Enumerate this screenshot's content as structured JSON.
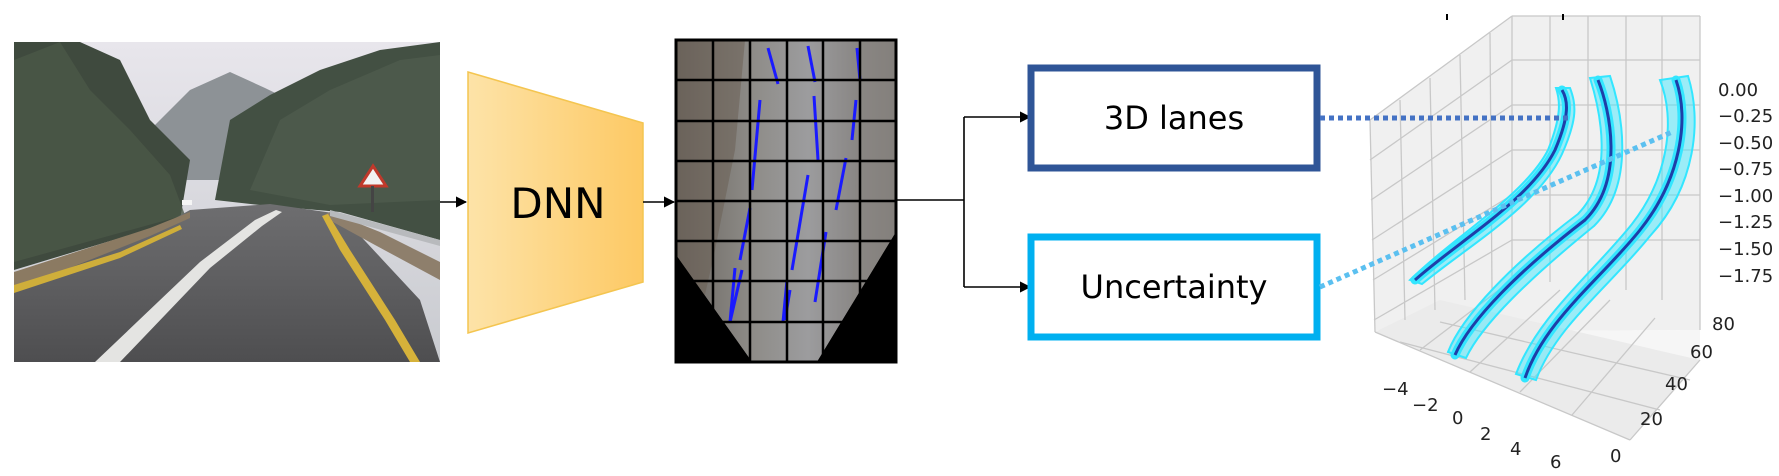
{
  "dnn_label": "DNN",
  "outputs": {
    "lanes_label": "3D lanes",
    "uncertainty_label": "Uncertainty"
  },
  "plot3d": {
    "z_ticks": [
      "0.00",
      "−0.25",
      "−0.50",
      "−0.75",
      "−1.00",
      "−1.25",
      "−1.50",
      "−1.75"
    ],
    "x_ticks": [
      "−4",
      "−2",
      "0",
      "2",
      "4",
      "6"
    ],
    "y_ticks": [
      "0",
      "20",
      "40",
      "60",
      "80"
    ]
  },
  "colors": {
    "dnn_fill_light": "#fde3a8",
    "dnn_fill_dark": "#fdc964",
    "lanes_box": "#2f5597",
    "uncertainty_box": "#00b0f0",
    "lane_line": "#1a1aff",
    "lane_band": "#33e6ff"
  }
}
